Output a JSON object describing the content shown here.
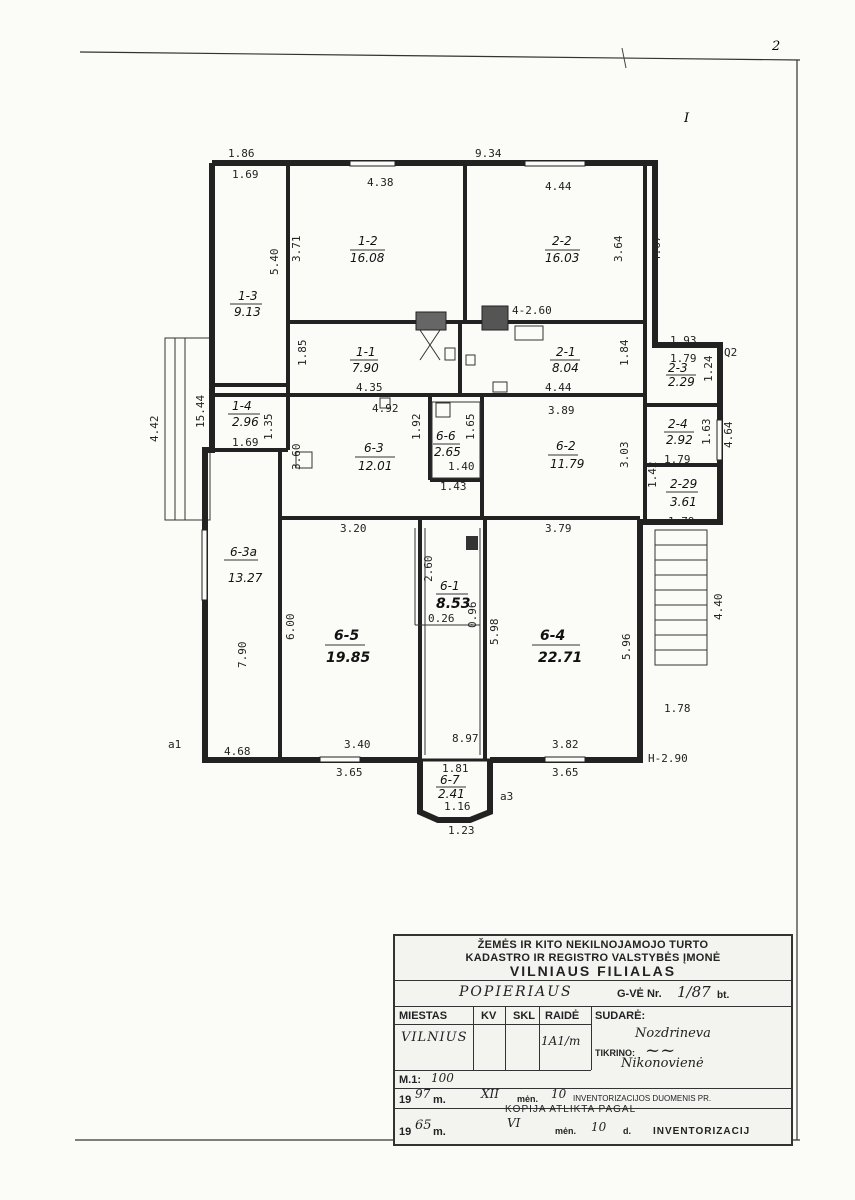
{
  "page": {
    "corner_mark": "2",
    "roman_mark": "I"
  },
  "dims": {
    "top_left_a": "1.86",
    "top_left_b": "1.69",
    "top_total": "9.34",
    "r12_top": "4.38",
    "r22_top": "4.44",
    "r12_left": "3.71",
    "r12_right_wall": "5.40",
    "r22_right": "3.64",
    "right_ext": "4.67",
    "h_mid": "4-2.60",
    "r11_bottom": "4.35",
    "r11_h": "1.85",
    "r21_bottom": "4.44",
    "r21_h": "1.84",
    "r23_top": "1.93",
    "r23_w": "1.79",
    "r23_h": "1.24",
    "q2": "Q2",
    "r24_h": "1.63",
    "r24_w": "1.79",
    "right_total": "4.64",
    "r29_w": "1.79",
    "r29_h": "1.42",
    "left_porch": "4.42",
    "left_col": "15.44",
    "r14_h": "1.35",
    "r14_w": "1.69",
    "r63_top": "4.92",
    "r63_h": "1.92",
    "r63_wall": "3.60",
    "r66_h": "1.65",
    "r66_w": "1.40",
    "r66_w2": "1.43",
    "r62_top": "3.89",
    "r62_h": "3.03",
    "r65_top": "3.20",
    "r65_h": "6.00",
    "r65_bottom": "3.40",
    "left_7": "7.90",
    "r61_w": "2.60",
    "r61_a": "0.26",
    "r61_b": "0.96",
    "r61_h": "5.98",
    "r64_top": "3.79",
    "r64_h": "5.96",
    "r64_bottom": "3.82",
    "stair_h": "4.40",
    "stair_w": "1.78",
    "h290": "H-2.90",
    "bottom_mid": "8.97",
    "bottom_l": "3.65",
    "bottom_r": "3.65",
    "r63a_bottom": "4.68",
    "a1": "a1",
    "r67_top": "1.81",
    "r67_bottom": "1.16",
    "r67_out": "1.23",
    "a3": "a3"
  },
  "rooms": {
    "r12": {
      "id": "1-2",
      "area": "16.08"
    },
    "r22": {
      "id": "2-2",
      "area": "16.03"
    },
    "r13": {
      "id": "1-3",
      "area": "9.13"
    },
    "r11": {
      "id": "1-1",
      "area": "7.90"
    },
    "r21": {
      "id": "2-1",
      "area": "8.04"
    },
    "r23": {
      "id": "2-3",
      "area": "2.29"
    },
    "r14": {
      "id": "1-4",
      "area": "2.96"
    },
    "r63": {
      "id": "6-3",
      "area": "12.01"
    },
    "r66": {
      "id": "6-6",
      "area": "2.65"
    },
    "r62": {
      "id": "6-2",
      "area": "11.79"
    },
    "r24": {
      "id": "2-4",
      "area": "2.92"
    },
    "r29": {
      "id": "2-29",
      "area": "3.61"
    },
    "r63a": {
      "id": "6-3a",
      "area": "13.27"
    },
    "r61": {
      "id": "6-1",
      "area": "8.53"
    },
    "r65": {
      "id": "6-5",
      "area": "19.85"
    },
    "r64": {
      "id": "6-4",
      "area": "22.71"
    },
    "r67": {
      "id": "6-7",
      "area": "2.41"
    }
  },
  "stamp": {
    "line1": "ŽEMĖS IR KITO NEKILNOJAMOJO TURTO",
    "line2": "KADASTRO IR REGISTRO VALSTYBĖS ĮMONĖ",
    "line3": "VILNIAUS FILIALAS",
    "street": "POPIERIAUS",
    "gatve": "G-VĖ Nr.",
    "gatve_val": "1/87",
    "gatve_unit": "bt.",
    "col_miestas": "MIESTAS",
    "col_kv": "KV",
    "col_skl": "SKL",
    "col_raide": "RAIDĖ",
    "col_sudare": "SUDARĖ:",
    "city": "VILNIUS",
    "raide_val": "1A1/m",
    "sudare_val": "Nozdrineva",
    "tikrino": "TIKRINO:",
    "nikon": "Nikonovienė",
    "scale_lbl": "M.1:",
    "scale_val": "100",
    "year1_pre": "19",
    "year1": "97",
    "year1_m": "m.",
    "month1": "XII",
    "men": "mėn.",
    "day1": "10",
    "inv_line": "INVENTORIZACIJOS DUOMENIS PR.",
    "kopija": "KOPIJA ATLIKTA PAGAL",
    "year2_pre": "19",
    "year2": "65",
    "year2_m": "m.",
    "month2": "VI",
    "men2": "mėn.",
    "day2": "10",
    "d_lbl": "d.",
    "inventor": "INVENTORIZACIJ"
  }
}
